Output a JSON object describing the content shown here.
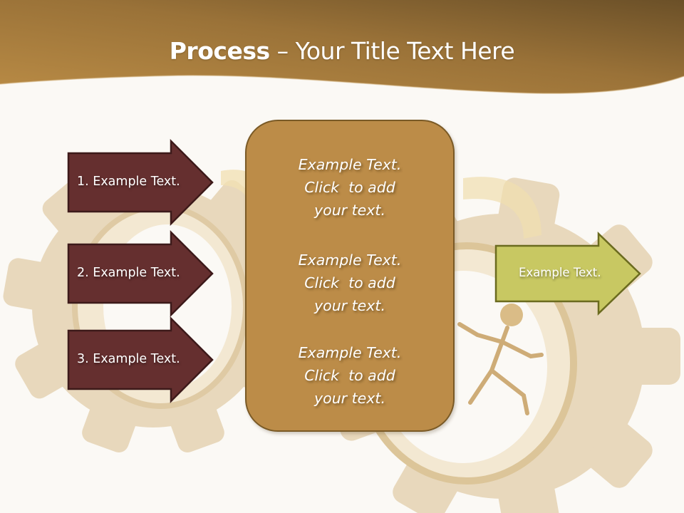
{
  "slide": {
    "title": {
      "bold": "Process",
      "rest": " – Your Title Text Here"
    },
    "colors": {
      "header_gradient_start": "#b98b45",
      "header_gradient_end": "#6b5028",
      "background": "#fbf9f5",
      "input_arrow_fill": "#652f2f",
      "input_arrow_border": "#3d1a1a",
      "center_box_fill": "#bc8c48",
      "center_box_border": "#7a5a26",
      "output_arrow_fill": "#c8c862",
      "output_arrow_border": "#6b6b1f"
    },
    "input_arrows": [
      {
        "label": "1. Example Text."
      },
      {
        "label": "2. Example Text."
      },
      {
        "label": "3. Example Text."
      }
    ],
    "center_box": {
      "paragraphs": [
        {
          "line1": "Example Text.",
          "line2": "Click  to add",
          "line3": "your text."
        },
        {
          "line1": "Example Text.",
          "line2": "Click  to add",
          "line3": "your text."
        },
        {
          "line1": "Example Text.",
          "line2": "Click  to add",
          "line3": "your text."
        }
      ]
    },
    "output_arrow": {
      "label": "Example Text."
    },
    "background_graphics": [
      "gear-left",
      "gear-right-with-figure"
    ]
  }
}
